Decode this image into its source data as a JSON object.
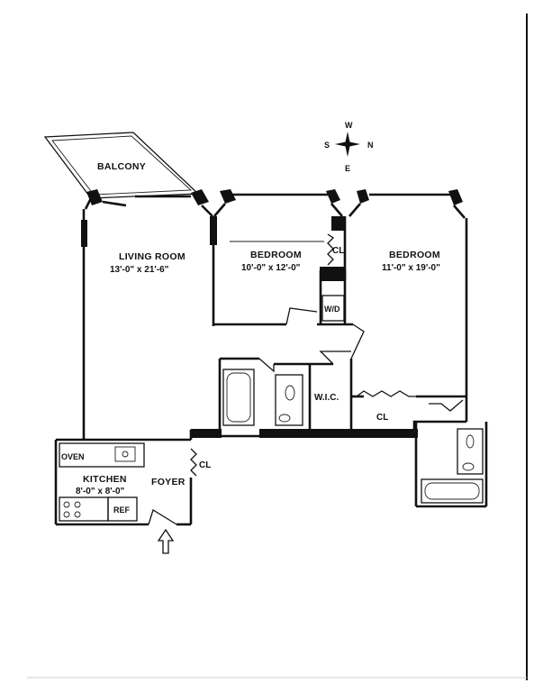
{
  "compass": {
    "north": "N",
    "south": "S",
    "east": "E",
    "west": "W"
  },
  "rooms": {
    "balcony": {
      "name": "BALCONY"
    },
    "living_room": {
      "name": "LIVING ROOM",
      "dimensions": "13'-0\" x 21'-6\""
    },
    "bedroom_1": {
      "name": "BEDROOM",
      "dimensions": "10'-0\" x 12'-0\""
    },
    "bedroom_2": {
      "name": "BEDROOM",
      "dimensions": "11'-0\" x 19'-0\""
    },
    "kitchen": {
      "name": "KITCHEN",
      "dimensions": "8'-0\" x 8'-0\""
    },
    "foyer": {
      "name": "FOYER"
    },
    "wic": {
      "name": "W.I.C."
    }
  },
  "closets": {
    "bedroom1_cl": "CL",
    "bedroom2_cl": "CL",
    "foyer_cl": "CL"
  },
  "appliances": {
    "washer_dryer": "W/D",
    "oven": "OVEN",
    "ref": "REF"
  }
}
